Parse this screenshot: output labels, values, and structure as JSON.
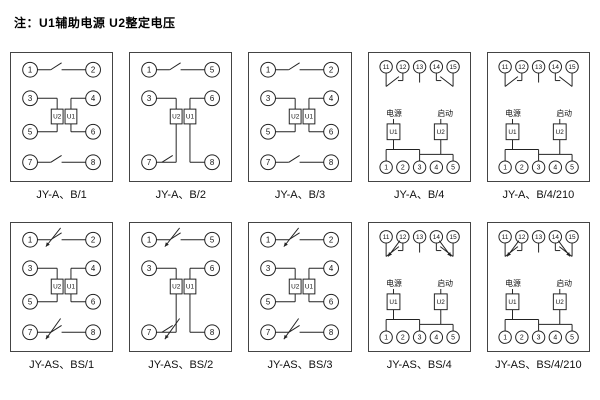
{
  "note": "注：U1辅助电源    U2整定电压",
  "diagrams": [
    {
      "caption": "JY-A、B/1",
      "kind": "v",
      "left": [
        "1",
        "3",
        "5",
        "7"
      ],
      "right": [
        "2",
        "4",
        "6",
        "8"
      ],
      "u_boxes": [
        "U2",
        "U1"
      ],
      "s": false
    },
    {
      "caption": "JY-A、B/2",
      "kind": "v",
      "left": [
        "1",
        "3",
        "7"
      ],
      "right": [
        "5",
        "6",
        "8"
      ],
      "u_boxes": [
        "U2",
        "U1"
      ],
      "s": false
    },
    {
      "caption": "JY-A、B/3",
      "kind": "v",
      "left": [
        "1",
        "3",
        "5",
        "7"
      ],
      "right": [
        "2",
        "4",
        "6",
        "8"
      ],
      "u_boxes": [
        "U2",
        "U1"
      ],
      "s": false
    },
    {
      "caption": "JY-A、B/4",
      "kind": "h",
      "top": [
        "11",
        "12",
        "13",
        "14",
        "15"
      ],
      "bottom": [
        "1",
        "2",
        "3",
        "4",
        "5"
      ],
      "power_label": "电源",
      "start_label": "启动",
      "u1": "U1",
      "u2": "U2",
      "s": false
    },
    {
      "caption": "JY-A、B/4/210",
      "kind": "h",
      "top": [
        "11",
        "12",
        "13",
        "14",
        "15"
      ],
      "bottom": [
        "1",
        "2",
        "3",
        "4",
        "5"
      ],
      "power_label": "电源",
      "start_label": "启动",
      "u1": "U1",
      "u2": "U2",
      "s": false
    },
    {
      "caption": "JY-AS、BS/1",
      "kind": "v",
      "left": [
        "1",
        "3",
        "5",
        "7"
      ],
      "right": [
        "2",
        "4",
        "6",
        "8"
      ],
      "u_boxes": [
        "U2",
        "U1"
      ],
      "s": true
    },
    {
      "caption": "JY-AS、BS/2",
      "kind": "v",
      "left": [
        "1",
        "3",
        "7"
      ],
      "right": [
        "5",
        "6",
        "8"
      ],
      "u_boxes": [
        "U2",
        "U1"
      ],
      "s": true
    },
    {
      "caption": "JY-AS、BS/3",
      "kind": "v",
      "left": [
        "1",
        "3",
        "5",
        "7"
      ],
      "right": [
        "2",
        "4",
        "6",
        "8"
      ],
      "u_boxes": [
        "U2",
        "U1"
      ],
      "s": true
    },
    {
      "caption": "JY-AS、BS/4",
      "kind": "h",
      "top": [
        "11",
        "12",
        "13",
        "14",
        "15"
      ],
      "bottom": [
        "1",
        "2",
        "3",
        "4",
        "5"
      ],
      "power_label": "电源",
      "start_label": "启动",
      "u1": "U1",
      "u2": "U2",
      "s": true
    },
    {
      "caption": "JY-AS、BS/4/210",
      "kind": "h",
      "top": [
        "11",
        "12",
        "13",
        "14",
        "15"
      ],
      "bottom": [
        "1",
        "2",
        "3",
        "4",
        "5"
      ],
      "power_label": "电源",
      "start_label": "启动",
      "u1": "U1",
      "u2": "U2",
      "s": true
    }
  ]
}
